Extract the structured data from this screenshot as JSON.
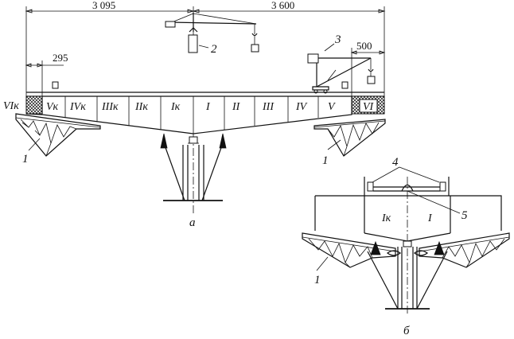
{
  "dimensions": {
    "left_span": "3 095",
    "right_span": "3 600",
    "left_offset": "295",
    "right_offset": "500"
  },
  "segments_main": [
    "VIк",
    "Vк",
    "IVк",
    "IIIк",
    "IIк",
    "Iк",
    "I",
    "II",
    "III",
    "IV",
    "V",
    "VI"
  ],
  "segments_detail": [
    "Iк",
    "I"
  ],
  "callouts": {
    "one": "1",
    "two": "2",
    "three": "3",
    "four": "4",
    "five": "5"
  },
  "view_labels": {
    "a": "а",
    "b": "б"
  }
}
